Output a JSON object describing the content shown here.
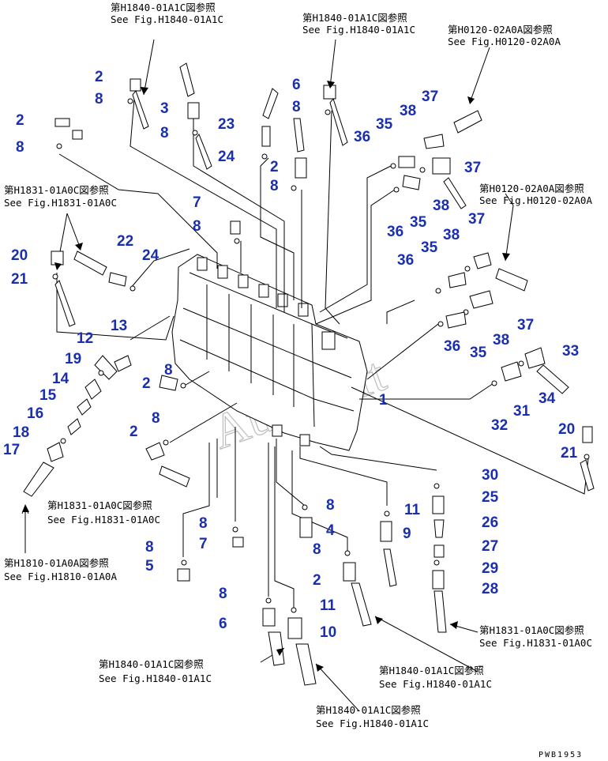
{
  "references": [
    {
      "jp": "第H1840-01A1C図参照",
      "en": "See Fig.H1840-01A1C"
    },
    {
      "jp": "第H1840-01A1C図参照",
      "en": "See Fig.H1840-01A1C"
    },
    {
      "jp": "第H0120-02A0A図参照",
      "en": "See Fig.H0120-02A0A"
    },
    {
      "jp": "第H1831-01A0C図参照",
      "en": "See Fig.H1831-01A0C"
    },
    {
      "jp": "第H0120-02A0A図参照",
      "en": "See Fig.H0120-02A0A"
    },
    {
      "jp": "第H1831-01A0C図参照",
      "en": "See Fig.H1831-01A0C"
    },
    {
      "jp": "第H1810-01A0A図参照",
      "en": "See Fig.H1810-01A0A"
    },
    {
      "jp": "第H1831-01A0C図参照",
      "en": "See Fig.H1831-01A0C"
    },
    {
      "jp": "第H1840-01A1C図参照",
      "en": "See Fig.H1840-01A1C"
    },
    {
      "jp": "第H1840-01A1C図参照",
      "en": "See Fig.H1840-01A1C"
    },
    {
      "jp": "第H1840-01A1C図参照",
      "en": "See Fig.H1840-01A1C"
    }
  ],
  "callouts": [
    "2",
    "8",
    "3",
    "8",
    "2",
    "8",
    "23",
    "24",
    "2",
    "8",
    "6",
    "8",
    "36",
    "35",
    "38",
    "37",
    "37",
    "38",
    "35",
    "36",
    "7",
    "8",
    "20",
    "21",
    "22",
    "24",
    "37",
    "38",
    "35",
    "36",
    "37",
    "38",
    "35",
    "36",
    "13",
    "12",
    "19",
    "14",
    "15",
    "16",
    "18",
    "17",
    "8",
    "2",
    "8",
    "2",
    "1",
    "33",
    "34",
    "31",
    "32",
    "20",
    "21",
    "30",
    "25",
    "26",
    "27",
    "29",
    "28",
    "11",
    "9",
    "8",
    "4",
    "8",
    "8",
    "7",
    "8",
    "5",
    "2",
    "8",
    "6",
    "11",
    "10"
  ],
  "watermark": "AutoSoft",
  "drawing_code": "PWB1953"
}
